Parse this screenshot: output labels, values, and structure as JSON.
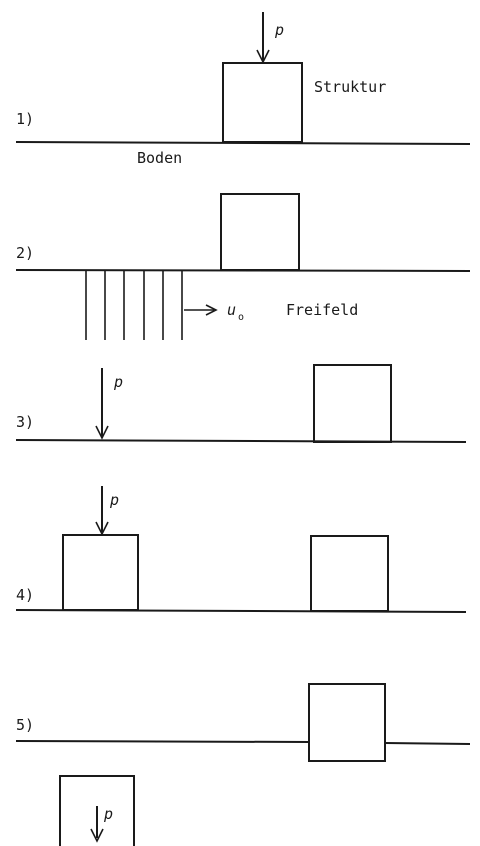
{
  "cases": [
    {
      "label": "1)"
    },
    {
      "label": "2)"
    },
    {
      "label": "3)"
    },
    {
      "label": "4)"
    },
    {
      "label": "5)"
    }
  ],
  "labels": {
    "load": "p",
    "structure": "Struktur",
    "soil": "Boden",
    "free_field": "Freifeld",
    "displacement": "u",
    "displacement_sub": "o"
  }
}
